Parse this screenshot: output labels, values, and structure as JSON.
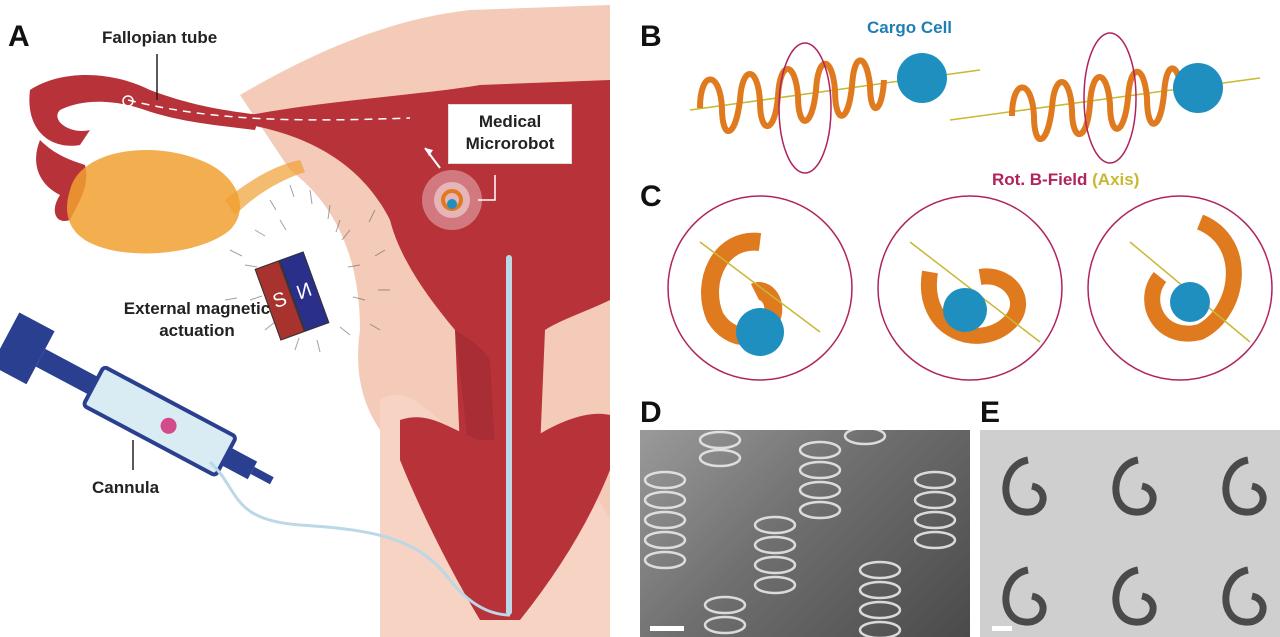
{
  "panels": {
    "a": {
      "letter": "A",
      "fallopian_label": "Fallopian tube",
      "robot_label_1": "Medical",
      "robot_label_2": "Microrobot",
      "actuation_label_1": "External magnetic",
      "actuation_label_2": "actuation",
      "magnet_south": "S",
      "magnet_north": "N",
      "cannula_label": "Cannula"
    },
    "b": {
      "letter": "B",
      "cargo_label": "Cargo Cell"
    },
    "c": {
      "letter": "C",
      "field_label": "Rot. B-Field",
      "axis_label": "(Axis)"
    },
    "d": {
      "letter": "D"
    },
    "e": {
      "letter": "E"
    }
  },
  "colors": {
    "uterus": "#b8323a",
    "uterus_dark": "#8f1f28",
    "tissue": "#f4cbb8",
    "ovary": "#f0a030",
    "helix": "#e07a1f",
    "cargo": "#1f8fc0",
    "field": "#b0235f",
    "axis": "#c8b832",
    "label_blue": "#1f7fb5"
  }
}
